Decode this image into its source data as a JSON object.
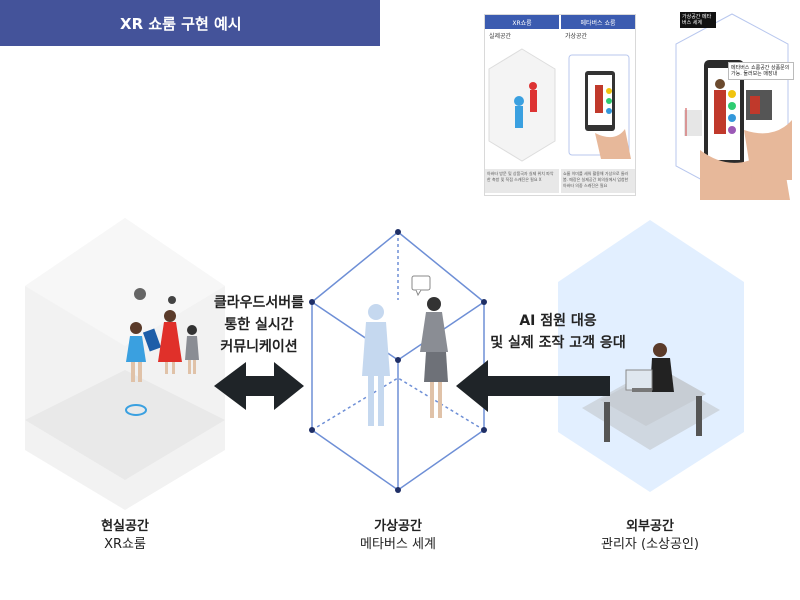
{
  "title": "XR 쇼룸 구현 예시",
  "thumbnail_left": {
    "col1_header": "XR쇼룸",
    "col2_header": "메타버스 쇼룸",
    "col1_sub": "실제공간",
    "col2_sub": "가상공간",
    "col1_note": "아바타 방문 및 상품국자 실제 위치 파악한 축방 및 직접 스캐진은 필요 X",
    "col2_note": "쇼룸 이미를 세워 활용해 가상으로 둘러봄. 매장은 실제공간 회의실에서 엄청한 아바타 의중 스캐진은 필요"
  },
  "thumbnail_right": {
    "badge1": "가상공간 메타버스 세계",
    "badge2": "메타버스 쇼룸공간 상품문의 가능. 둘러보는 매장내"
  },
  "arrow_left_text": [
    "클라우드서버를",
    "통한 실시간",
    "커뮤니케이션"
  ],
  "arrow_right_text": [
    "AI 점원  대응",
    "및 실제 조작 고객 응대"
  ],
  "panels": [
    {
      "bold": "현실공간",
      "sub": "XR쇼룸"
    },
    {
      "bold": "가상공간",
      "sub": "메타버스 세계"
    },
    {
      "bold": "외부공간",
      "sub": "관리자 (소상공인)"
    }
  ],
  "colors": {
    "title_bar": "#44539a",
    "arrow": "#1f2428",
    "cube_line": "#6e8fd6",
    "panel_blue": "#e2efff"
  }
}
